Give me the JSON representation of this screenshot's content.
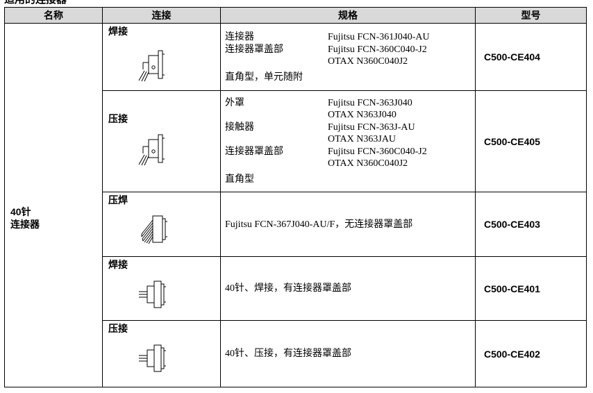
{
  "page": {
    "title": "适用的连接器"
  },
  "table": {
    "headers": [
      "名称",
      "连接",
      "规格",
      "型号"
    ],
    "name_cell": {
      "line1": "40针",
      "line2": "连接器"
    },
    "rows": [
      {
        "connection": "焊接",
        "icon": "angled-connector-icon",
        "specs": [
          {
            "key": "连接器",
            "value": "Fujitsu FCN-361J040-AU"
          },
          {
            "key": "连接器罩盖部",
            "value": "Fujitsu FCN-360C040-J2\nOTAX N360C040J2"
          }
        ],
        "note": "直角型，单元随附",
        "model": "C500-CE404"
      },
      {
        "connection": "压接",
        "icon": "angled-connector-icon",
        "specs": [
          {
            "key": "外罩",
            "value": "Fujitsu FCN-363J040\nOTAX N363J040"
          },
          {
            "key": "接触器",
            "value": "Fujitsu FCN-363J-AU\nOTAX N363JAU"
          },
          {
            "key": "连接器罩盖部",
            "value": "Fujitsu FCN-360C040-J2\nOTAX N360C040J2"
          }
        ],
        "note": "直角型",
        "model": "C500-CE405"
      },
      {
        "connection": "压焊",
        "icon": "ribbon-connector-icon",
        "text": "Fujitsu FCN-367J040-AU/F，无连接器罩盖部",
        "model": "C500-CE403"
      },
      {
        "connection": "焊接",
        "icon": "straight-connector-icon",
        "text": "40针、焊接，有连接器罩盖部",
        "model": "C500-CE401"
      },
      {
        "connection": "压接",
        "icon": "straight-connector-icon",
        "text": "40针、压接，有连接器罩盖部",
        "model": "C500-CE402"
      }
    ]
  }
}
